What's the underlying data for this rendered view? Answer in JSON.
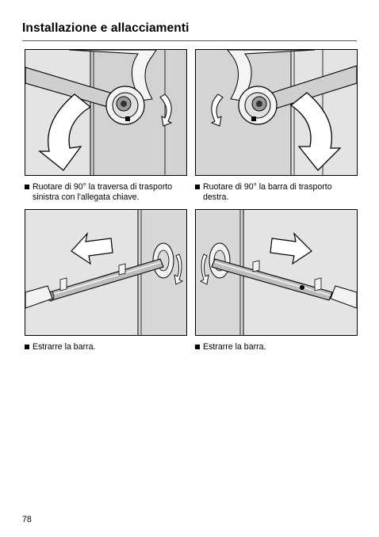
{
  "header": {
    "title": "Installazione e allacciamenti"
  },
  "steps": [
    {
      "text": "Ruotare di 90° la traversa di trasporto sinistra con l'allegata chiave."
    },
    {
      "text": "Ruotare di 90° la barra di trasporto destra."
    },
    {
      "text": "Estrarre la barra."
    },
    {
      "text": "Estrarre la barra."
    }
  ],
  "footer": {
    "page_number": "78"
  }
}
